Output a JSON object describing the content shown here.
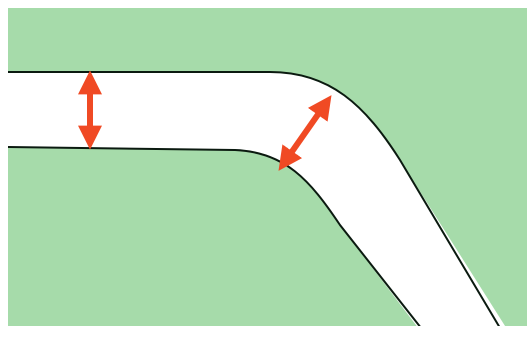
{
  "diagram": {
    "colors": {
      "background": "#ffffff",
      "fill_region": "#a6dbaa",
      "channel": "#ffffff",
      "boundary_line": "#0b1a10",
      "width_arrow": "#f04a24"
    },
    "regions": [
      {
        "name": "upper-region"
      },
      {
        "name": "lower-region"
      }
    ],
    "channel": {
      "name": "bending-channel",
      "segments": [
        "straight",
        "bend",
        "diagonal"
      ]
    },
    "arrows": [
      {
        "name": "width-arrow-straight",
        "style": "double-headed"
      },
      {
        "name": "width-arrow-bend",
        "style": "double-headed"
      }
    ]
  }
}
